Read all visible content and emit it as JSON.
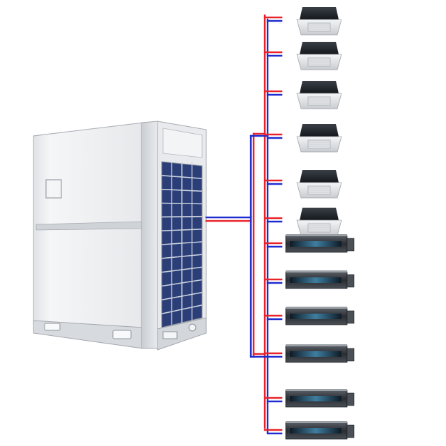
{
  "diagram": {
    "outdoor_unit": {
      "name": "outdoor-unit",
      "fan_grille_rows": 12
    },
    "indoor_units": [
      {
        "kind": "cassette"
      },
      {
        "kind": "cassette"
      },
      {
        "kind": "cassette"
      },
      {
        "kind": "cassette"
      },
      {
        "kind": "cassette"
      },
      {
        "kind": "cassette"
      },
      {
        "kind": "ducted"
      },
      {
        "kind": "ducted"
      },
      {
        "kind": "ducted"
      },
      {
        "kind": "ducted"
      },
      {
        "kind": "ducted"
      },
      {
        "kind": "ducted"
      }
    ],
    "colors": {
      "gas_pipe": "#e8232a",
      "liquid_pipe": "#1c2ccf",
      "panel": "#eef0f2",
      "coil": "#233a78",
      "frame": "#b9bec4"
    }
  }
}
